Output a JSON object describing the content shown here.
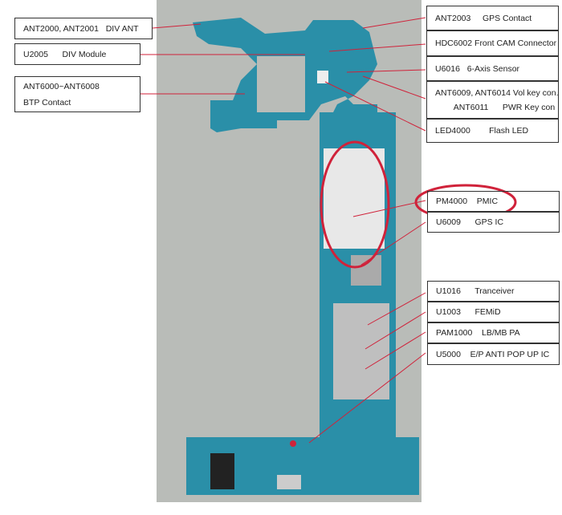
{
  "left_labels": [
    {
      "id": "div-ant",
      "lines": [
        "ANT2000, ANT2001   DIV ANT"
      ]
    },
    {
      "id": "div-module",
      "lines": [
        "U2005      DIV Module"
      ]
    },
    {
      "id": "btp-contact",
      "lines": [
        "ANT6000~ANT6008",
        "BTP Contact"
      ]
    }
  ],
  "right_labels": [
    {
      "id": "gps-contact",
      "lines": [
        "ANT2003     GPS Contact"
      ]
    },
    {
      "id": "front-cam-connector",
      "lines": [
        "HDC6002 Front CAM Connector"
      ]
    },
    {
      "id": "six-axis-sensor",
      "lines": [
        "U6016   6-Axis Sensor"
      ]
    },
    {
      "id": "key-con",
      "lines": [
        "ANT6009, ANT6014 Vol key con.",
        "        ANT6011      PWR Key con"
      ]
    },
    {
      "id": "flash-led",
      "lines": [
        "LED4000        Flash LED"
      ]
    },
    {
      "id": "pmic",
      "lines": [
        "PM4000    PMIC"
      ]
    },
    {
      "id": "gps-ic",
      "lines": [
        "U6009      GPS IC"
      ]
    },
    {
      "id": "tranceiver",
      "lines": [
        "U1016      Tranceiver"
      ]
    },
    {
      "id": "femid",
      "lines": [
        "U1003      FEMiD"
      ]
    },
    {
      "id": "lb-mb-pa",
      "lines": [
        "PAM1000    LB/MB PA"
      ]
    },
    {
      "id": "anti-pop-up-ic",
      "lines": [
        "U5000    E/P ANTI POP UP IC"
      ]
    }
  ],
  "colors": {
    "annotation": "#d0223a",
    "pcb": "#2a8fa8",
    "shield": "#c8c8c8",
    "background": "#b9bcb8"
  }
}
